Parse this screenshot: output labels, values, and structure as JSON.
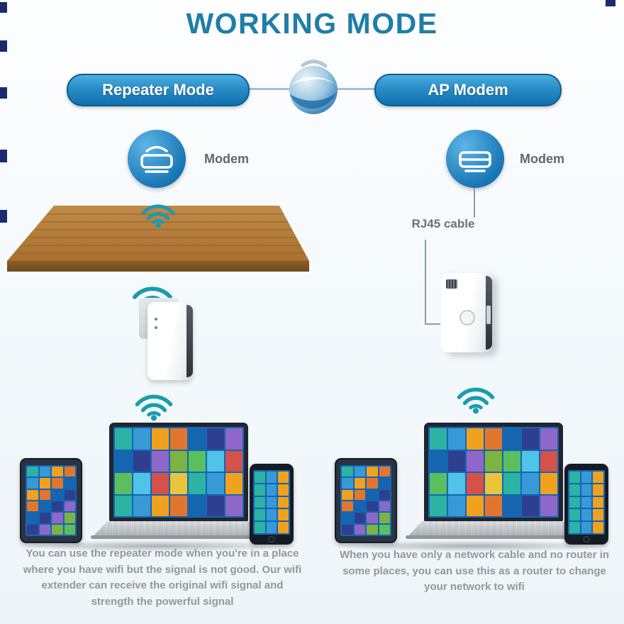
{
  "title": "WORKING MODE",
  "left": {
    "pill": "Repeater Mode",
    "modem_label": "Modem",
    "caption": "You can use the repeater mode when you're in a place where you have wifi but the signal is not good. Our wifi extender can receive the original wifi signal and strength the powerful signal"
  },
  "right": {
    "pill": "AP Modem",
    "modem_label": "Modem",
    "cable_label": "RJ45 cable",
    "caption": "When you have only a network cable and no router in some places, you can use this as a router to change your network to wifi"
  },
  "colors": {
    "title": "#1e7ea8",
    "wifi": "#1a9cae",
    "pill_gradient_top": "#4aaede",
    "pill_gradient_bottom": "#0f70ae",
    "caption_text": "#95979b",
    "wood": "#b07a3e",
    "tile_palette": [
      "#2bb3a3",
      "#7cb342",
      "#f0a11e",
      "#4fc3e8",
      "#1565b0",
      "#e8c53a",
      "#8e67c8",
      "#379ad6",
      "#5ac05e",
      "#e2762f",
      "#d4524a",
      "#2f3f8f"
    ]
  }
}
